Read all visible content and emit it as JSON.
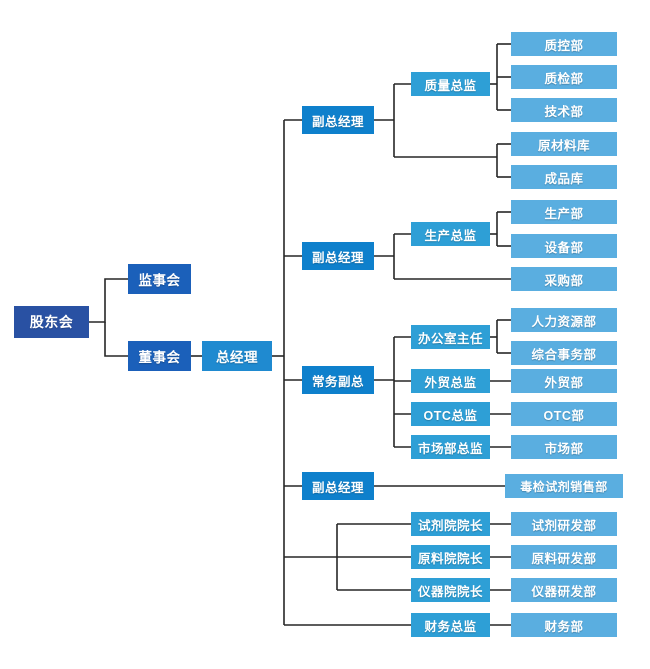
{
  "chart_data": {
    "type": "diagram",
    "title": "",
    "diagram_kind": "organizational-chart",
    "colors": {
      "root": "#2951a3",
      "board": "#1b60ba",
      "general_manager": "#1f8ad0",
      "vice_president": "#0e80cc",
      "director": "#2e9fd6",
      "department": "#5aaee0",
      "connector": "#262626",
      "background": "#ffffff"
    },
    "nodes": [
      {
        "id": "shareholders",
        "label": "股东会",
        "tier": "root"
      },
      {
        "id": "supervisory",
        "label": "监事会",
        "tier": "board"
      },
      {
        "id": "board",
        "label": "董事会",
        "tier": "board"
      },
      {
        "id": "gm",
        "label": "总经理",
        "tier": "general_manager"
      },
      {
        "id": "vp_quality",
        "label": "副总经理",
        "tier": "vice_president"
      },
      {
        "id": "vp_production",
        "label": "副总经理",
        "tier": "vice_president"
      },
      {
        "id": "evp",
        "label": "常务副总",
        "tier": "vice_president"
      },
      {
        "id": "vp_toxreagent",
        "label": "副总经理",
        "tier": "vice_president"
      },
      {
        "id": "dir_quality",
        "label": "质量总监",
        "tier": "director"
      },
      {
        "id": "dir_production",
        "label": "生产总监",
        "tier": "director"
      },
      {
        "id": "dir_office",
        "label": "办公室主任",
        "tier": "director"
      },
      {
        "id": "dir_foreigntrade",
        "label": "外贸总监",
        "tier": "director"
      },
      {
        "id": "dir_otc",
        "label": "OTC总监",
        "tier": "director"
      },
      {
        "id": "dir_market",
        "label": "市场部总监",
        "tier": "director"
      },
      {
        "id": "dean_reagent",
        "label": "试剂院院长",
        "tier": "director"
      },
      {
        "id": "dean_material",
        "label": "原料院院长",
        "tier": "director"
      },
      {
        "id": "dean_instrument",
        "label": "仪器院院长",
        "tier": "director"
      },
      {
        "id": "dir_finance",
        "label": "财务总监",
        "tier": "director"
      },
      {
        "id": "dept_qc",
        "label": "质控部",
        "tier": "department"
      },
      {
        "id": "dept_qa",
        "label": "质检部",
        "tier": "department"
      },
      {
        "id": "dept_tech",
        "label": "技术部",
        "tier": "department"
      },
      {
        "id": "dept_rawwh",
        "label": "原材料库",
        "tier": "department"
      },
      {
        "id": "dept_finwh",
        "label": "成品库",
        "tier": "department"
      },
      {
        "id": "dept_prod",
        "label": "生产部",
        "tier": "department"
      },
      {
        "id": "dept_equip",
        "label": "设备部",
        "tier": "department"
      },
      {
        "id": "dept_purchase",
        "label": "采购部",
        "tier": "department"
      },
      {
        "id": "dept_hr",
        "label": "人力资源部",
        "tier": "department"
      },
      {
        "id": "dept_admin",
        "label": "综合事务部",
        "tier": "department"
      },
      {
        "id": "dept_ft",
        "label": "外贸部",
        "tier": "department"
      },
      {
        "id": "dept_otc",
        "label": "OTC部",
        "tier": "department"
      },
      {
        "id": "dept_market",
        "label": "市场部",
        "tier": "department"
      },
      {
        "id": "dept_toxsales",
        "label": "毒检试剂销售部",
        "tier": "department"
      },
      {
        "id": "dept_reagent_rd",
        "label": "试剂研发部",
        "tier": "department"
      },
      {
        "id": "dept_material_rd",
        "label": "原料研发部",
        "tier": "department"
      },
      {
        "id": "dept_instrument_rd",
        "label": "仪器研发部",
        "tier": "department"
      },
      {
        "id": "dept_finance",
        "label": "财务部",
        "tier": "department"
      }
    ],
    "edges": [
      {
        "from": "shareholders",
        "to": "supervisory"
      },
      {
        "from": "shareholders",
        "to": "board"
      },
      {
        "from": "board",
        "to": "gm"
      },
      {
        "from": "gm",
        "to": "vp_quality"
      },
      {
        "from": "gm",
        "to": "vp_production"
      },
      {
        "from": "gm",
        "to": "evp"
      },
      {
        "from": "gm",
        "to": "vp_toxreagent"
      },
      {
        "from": "gm",
        "to": "dean_reagent"
      },
      {
        "from": "gm",
        "to": "dean_material"
      },
      {
        "from": "gm",
        "to": "dean_instrument"
      },
      {
        "from": "gm",
        "to": "dir_finance"
      },
      {
        "from": "vp_quality",
        "to": "dir_quality"
      },
      {
        "from": "vp_quality",
        "to": "dept_rawwh"
      },
      {
        "from": "vp_quality",
        "to": "dept_finwh"
      },
      {
        "from": "dir_quality",
        "to": "dept_qc"
      },
      {
        "from": "dir_quality",
        "to": "dept_qa"
      },
      {
        "from": "dir_quality",
        "to": "dept_tech"
      },
      {
        "from": "vp_production",
        "to": "dir_production"
      },
      {
        "from": "vp_production",
        "to": "dept_purchase"
      },
      {
        "from": "dir_production",
        "to": "dept_prod"
      },
      {
        "from": "dir_production",
        "to": "dept_equip"
      },
      {
        "from": "evp",
        "to": "dir_office"
      },
      {
        "from": "evp",
        "to": "dir_foreigntrade"
      },
      {
        "from": "evp",
        "to": "dir_otc"
      },
      {
        "from": "evp",
        "to": "dir_market"
      },
      {
        "from": "dir_office",
        "to": "dept_hr"
      },
      {
        "from": "dir_office",
        "to": "dept_admin"
      },
      {
        "from": "dir_foreigntrade",
        "to": "dept_ft"
      },
      {
        "from": "dir_otc",
        "to": "dept_otc"
      },
      {
        "from": "dir_market",
        "to": "dept_market"
      },
      {
        "from": "vp_toxreagent",
        "to": "dept_toxsales"
      },
      {
        "from": "dean_reagent",
        "to": "dept_reagent_rd"
      },
      {
        "from": "dean_material",
        "to": "dept_material_rd"
      },
      {
        "from": "dean_instrument",
        "to": "dept_instrument_rd"
      },
      {
        "from": "dir_finance",
        "to": "dept_finance"
      }
    ]
  },
  "nodes": {
    "shareholders": "股东会",
    "supervisory": "监事会",
    "board": "董事会",
    "gm": "总经理",
    "vp_quality": "副总经理",
    "vp_production": "副总经理",
    "evp": "常务副总",
    "vp_toxreagent": "副总经理",
    "dir_quality": "质量总监",
    "dir_production": "生产总监",
    "dir_office": "办公室主任",
    "dir_foreigntrade": "外贸总监",
    "dir_otc": "OTC总监",
    "dir_market": "市场部总监",
    "dean_reagent": "试剂院院长",
    "dean_material": "原料院院长",
    "dean_instrument": "仪器院院长",
    "dir_finance": "财务总监",
    "dept_qc": "质控部",
    "dept_qa": "质检部",
    "dept_tech": "技术部",
    "dept_rawwh": "原材料库",
    "dept_finwh": "成品库",
    "dept_prod": "生产部",
    "dept_equip": "设备部",
    "dept_purchase": "采购部",
    "dept_hr": "人力资源部",
    "dept_admin": "综合事务部",
    "dept_ft": "外贸部",
    "dept_otc": "OTC部",
    "dept_market": "市场部",
    "dept_toxsales": "毒检试剂销售部",
    "dept_reagent_rd": "试剂研发部",
    "dept_material_rd": "原料研发部",
    "dept_instrument_rd": "仪器研发部",
    "dept_finance": "财务部"
  }
}
